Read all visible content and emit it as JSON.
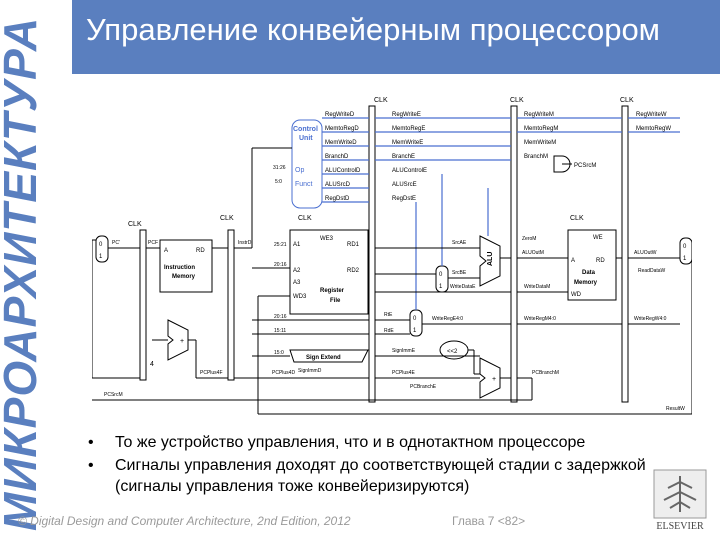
{
  "title": "Управление конвейерным процессором",
  "side_title": "МИКРОАРХИТЕКТУРА",
  "bullets": [
    "То же устройство управления, что и в однотактном процессоре",
    "Сигналы управления доходят до соответствующей стадии с задержкой (сигналы управления тоже конвейеризируются)"
  ],
  "footer": "© Digital Design and Computer Architecture, 2nd Edition, 2012",
  "page": "Глава 7 <82>",
  "logo_text": "ELSEVIER",
  "colors": {
    "accent": "#5a7fbf",
    "control_line": "#4a6fd0"
  },
  "diagram": {
    "clk": "CLK",
    "control_unit": {
      "title_1": "Control",
      "title_2": "Unit",
      "op": "Op",
      "funct": "Funct",
      "bits_1": "31:26",
      "bits_2": "5:0"
    },
    "signals_d": [
      "RegWriteD",
      "MemtoRegD",
      "MemWriteD",
      "BranchD",
      "ALUControlD",
      "ALUSrcD",
      "RegDstD"
    ],
    "signals_e": [
      "RegWriteE",
      "MemtoRegE",
      "MemWriteE",
      "BranchE",
      "ALUControlE",
      "ALUSrcE",
      "RegDstE"
    ],
    "signals_m": [
      "RegWriteM",
      "MemtoRegM",
      "MemWriteM",
      "BranchM"
    ],
    "signals_w": [
      "RegWriteW",
      "MemtoRegW"
    ],
    "pc": [
      "PC'",
      "PCF",
      "PCPlus4F",
      "PCPlus4D",
      "PCPlus4E",
      "PCBranchM",
      "PCSrcM",
      "PCBranchE"
    ],
    "imem": {
      "a": "A",
      "rd": "RD",
      "name_1": "Instruction",
      "name_2": "Memory",
      "instr_f": "InstrD"
    },
    "regfile": {
      "we3": "WE3",
      "a1": "A1",
      "a2": "A2",
      "a3": "A3",
      "wd3": "WD3",
      "rd1": "RD1",
      "rd2": "RD2",
      "name_1": "Register",
      "name_2": "File"
    },
    "bits": [
      "25:21",
      "20:16",
      "20:16",
      "15:11",
      "15:0"
    ],
    "sign_extend": "Sign Extend",
    "shift": "<<2",
    "alu": "ALU",
    "zero": "ZeroM",
    "srca": "SrcAE",
    "srcb": "SrcBE",
    "writedata_e": "WriteDataE",
    "writedata_m": "WriteDataM",
    "writereg": [
      "WriteRegE4:0",
      "WriteRegM4:0",
      "WriteRegW4:0"
    ],
    "rte": "RtE",
    "rde": "RdE",
    "signimm": [
      "SignImmE",
      "SignImmD"
    ],
    "aluout": [
      "ALUOutM",
      "ALUOutW"
    ],
    "dmem": {
      "we": "WE",
      "a": "A",
      "rd": "RD",
      "wd": "WD",
      "name_1": "Data",
      "name_2": "Memory"
    },
    "readdata": "ReadDataW",
    "resultw": "ResultW",
    "four": "4",
    "mux_0": "0",
    "mux_1": "1",
    "plus": "+",
    "pcsrc": "PCSrcM"
  }
}
